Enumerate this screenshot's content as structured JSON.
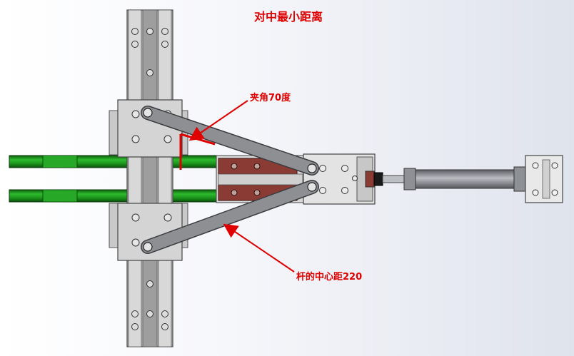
{
  "title": "对中最小距离",
  "annotations": {
    "angle_label": "夹角70度",
    "center_distance_label": "杆的中心距220"
  },
  "colors": {
    "annotation_red": "#e00000",
    "rail_green": "#1fa31f",
    "plate_gray": "#d6d6d6",
    "arm_gray": "#8e8f93",
    "slider_brown": "#8a3b33"
  }
}
